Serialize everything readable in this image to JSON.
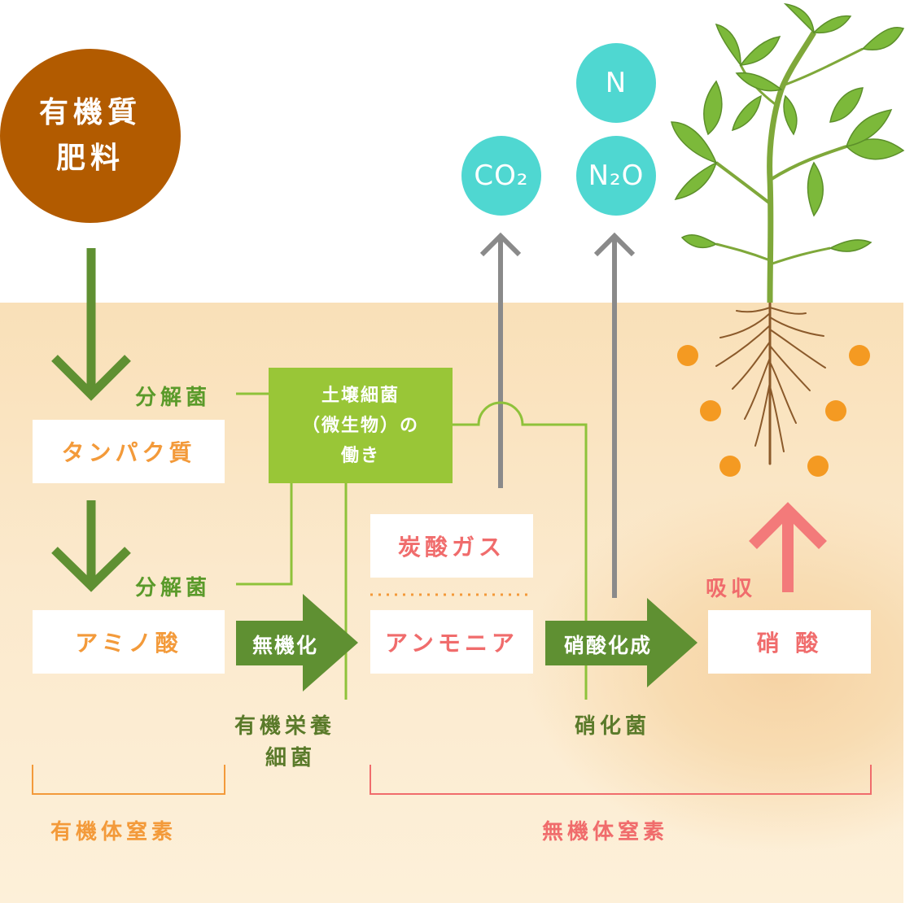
{
  "organic_fertilizer": {
    "line1": "有機質",
    "line2": "肥料"
  },
  "gases": {
    "n": "N",
    "co2": "CO₂",
    "n2o": "N₂O"
  },
  "soil_bacteria": {
    "line1": "土壌細菌",
    "line2": "（微生物）の",
    "line3": "働き"
  },
  "boxes": {
    "protein": "タンパク質",
    "amino_acid": "アミノ酸",
    "carbonic_gas": "炭酸ガス",
    "ammonia": "アンモニア",
    "nitric_acid": "硝 酸"
  },
  "labels": {
    "decomposer_1": "分解菌",
    "decomposer_2": "分解菌",
    "mineralization": "無機化",
    "nitrification": "硝酸化成",
    "absorption": "吸収",
    "heterotroph_line1": "有機栄養",
    "heterotroph_line2": "細菌",
    "nitrifying_bacteria": "硝化菌"
  },
  "sections": {
    "organic_nitrogen": "有機体窒素",
    "inorganic_nitrogen": "無機体窒素"
  },
  "colors": {
    "organic_brown": "#b25b00",
    "gas_cyan": "#4fd7d1",
    "dark_green": "#5f9032",
    "light_green": "#99c637",
    "orange": "#f39a3a",
    "pink": "#f06c6c",
    "gray": "#8a8a8a"
  }
}
